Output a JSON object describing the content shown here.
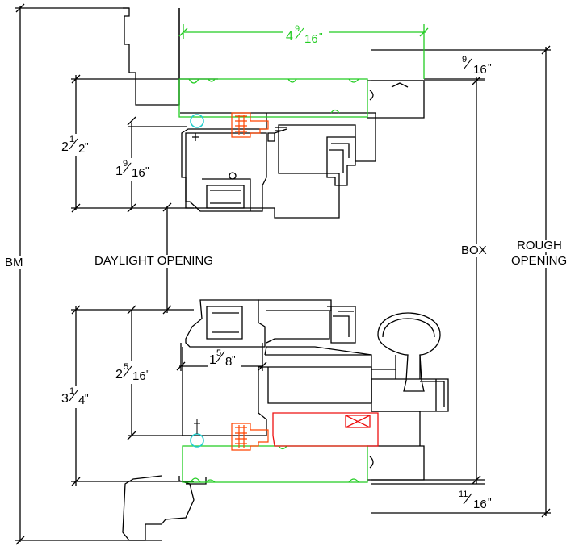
{
  "labels": {
    "bm": "BM",
    "daylight": "DAYLIGHT OPENING",
    "box": "BOX",
    "rough_line1": "ROUGH",
    "rough_line2": "OPENING"
  },
  "dimensions": {
    "top_width": {
      "whole": "4",
      "num": "9",
      "den": "16",
      "mark": "\""
    },
    "head_offset": {
      "whole": "",
      "num": "9",
      "den": "16",
      "mark": "\""
    },
    "head_depth": {
      "whole": "2",
      "num": "1",
      "den": "2",
      "mark": "\""
    },
    "head_glass": {
      "whole": "1",
      "num": "9",
      "den": "16",
      "mark": "\""
    },
    "sill_glass": {
      "whole": "2",
      "num": "5",
      "den": "16",
      "mark": "\""
    },
    "sill_depth": {
      "whole": "3",
      "num": "1",
      "den": "4",
      "mark": "\""
    },
    "sill_inner": {
      "whole": "1",
      "num": "5",
      "den": "8",
      "mark": "\""
    },
    "sill_offset": {
      "whole": "",
      "num": "11",
      "den": "16",
      "mark": "\""
    }
  },
  "colors": {
    "line": "#000000",
    "frame_outline": "#22cc22",
    "weatherstrip": "#ff4400",
    "sash_lock": "#ee1111",
    "bulb_seal": "#22cccc"
  }
}
